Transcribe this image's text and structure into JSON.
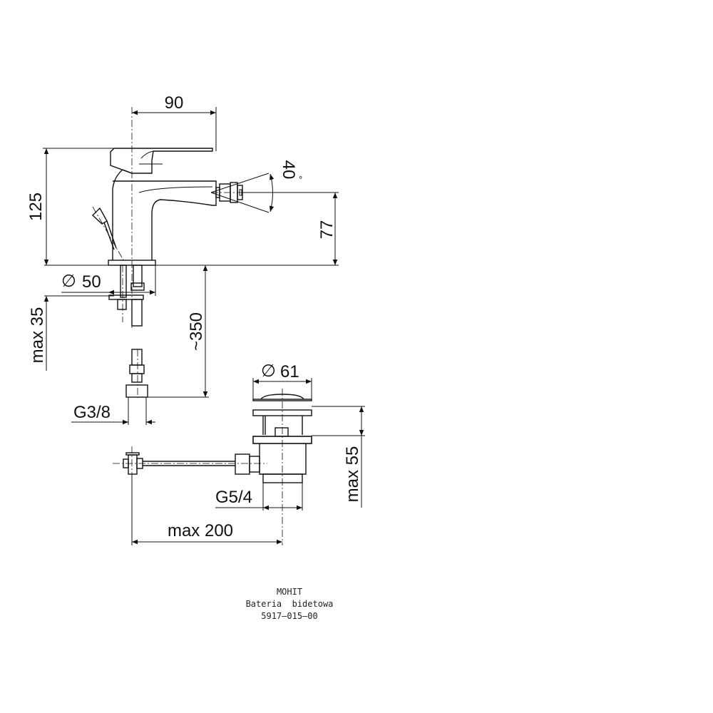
{
  "drawing": {
    "dimensions": {
      "spout_reach": "90",
      "total_height": "125",
      "spout_height": "77",
      "aerator_angle": "40",
      "degree_symbol": "°",
      "base_diameter": "50",
      "max_deck_thickness": "max 35",
      "hose_length": "~350",
      "connection_thread": "G3/8",
      "drain_diameter": "61",
      "drain_max_height": "max 55",
      "drain_thread": "G5/4",
      "pull_rod_max": "max 200",
      "diameter_symbol": "∅"
    },
    "caption": {
      "brand": "MOHIT",
      "product": "Bateria  bidetowa",
      "code": "5917–015–00"
    }
  }
}
